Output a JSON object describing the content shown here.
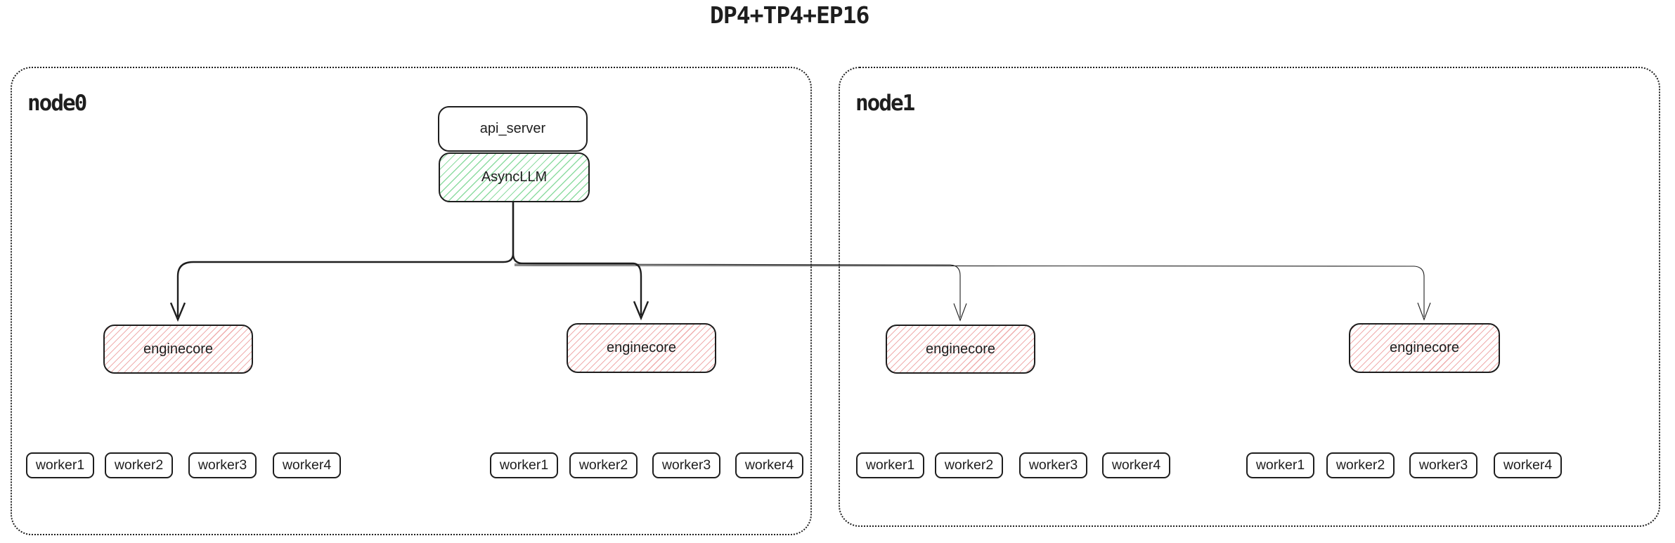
{
  "title": "DP4+TP4+EP16",
  "colors": {
    "stroke": "#1e1e1e",
    "green_hatch": "#8edca2",
    "red_hatch": "#f0aeae",
    "background": "#ffffff"
  },
  "node0": {
    "label": "node0",
    "api_server_label": "api_server",
    "asyncllm_label": "AsyncLLM",
    "enginecores": [
      "enginecore",
      "enginecore"
    ],
    "worker_groups": [
      [
        "worker1",
        "worker2",
        "worker3",
        "worker4"
      ],
      [
        "worker1",
        "worker2",
        "worker3",
        "worker4"
      ]
    ]
  },
  "node1": {
    "label": "node1",
    "enginecores": [
      "enginecore",
      "enginecore"
    ],
    "worker_groups": [
      [
        "worker1",
        "worker2",
        "worker3",
        "worker4"
      ],
      [
        "worker1",
        "worker2",
        "worker3",
        "worker4"
      ]
    ]
  }
}
